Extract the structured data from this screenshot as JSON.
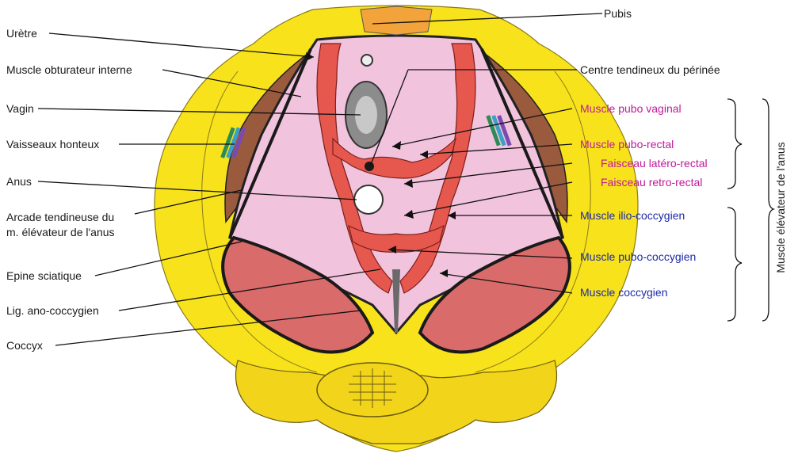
{
  "colors": {
    "fat": "#f7e21c",
    "bone": "#f2d51a",
    "muscle_red": "#e6574e",
    "muscle_pink": "#f2c3dd",
    "coccygeus": "#d96b6b",
    "obturator": "#9a5a3e",
    "pubis": "#f2a33a",
    "label_black": "#1a1a1a",
    "label_pink": "#c0189a",
    "label_blue": "#1c2aa8"
  },
  "labels_left": {
    "uretre": "Urètre",
    "obturateur": "Muscle obturateur interne",
    "vagin": "Vagin",
    "vaisseaux": "Vaisseaux honteux",
    "anus": "Anus",
    "arcade_line1": "Arcade tendineuse du",
    "arcade_line2": "m. élévateur de l'anus",
    "epine": "Epine sciatique",
    "lig": "Lig. ano-coccygien",
    "coccyx": "Coccyx"
  },
  "labels_right": {
    "pubis": "Pubis",
    "centre": "Centre tendineux du périnée",
    "pubo_vaginal": "Muscle pubo vaginal",
    "pubo_rectal": "Muscle pubo-rectal",
    "latero": "Faisceau latéro-rectal",
    "retro": "Faisceau retro-rectal",
    "ilio": "Muscle ilio-coccygien",
    "pubo_cocc": "Muscle pubo-coccygien",
    "coccygien": "Muscle coccygien"
  },
  "group_label": "Muscle élévateur de l'anus"
}
